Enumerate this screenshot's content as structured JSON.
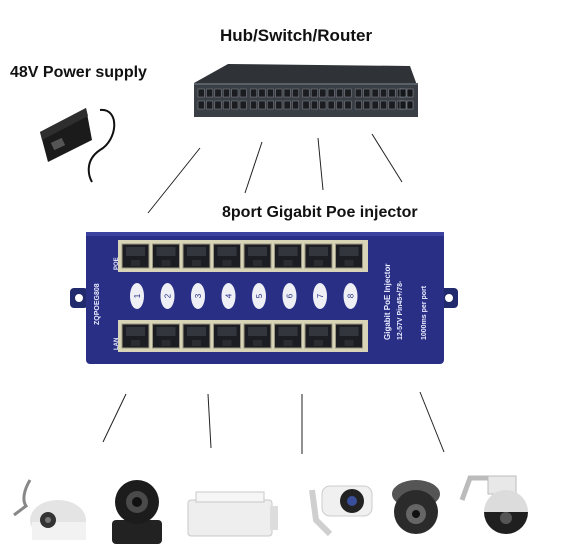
{
  "labels": {
    "hub_switch_router": "Hub/Switch/Router",
    "power_supply": "48V Power supply",
    "poe_injector": "8port Gigabit Poe injector"
  },
  "injector": {
    "model": "ZQPOEG808",
    "port_group_top": "POE",
    "port_group_bottom": "LAN",
    "right_text": [
      "Gigabit PoE Injector",
      "12-57V  Pin45+/78-",
      "1000ms per port"
    ],
    "port_numbers": [
      "1",
      "2",
      "3",
      "4",
      "5",
      "6",
      "7",
      "8"
    ]
  },
  "devices": [
    {
      "icon": "dome-camera"
    },
    {
      "icon": "ip-pan-tilt-camera"
    },
    {
      "icon": "box-camera"
    },
    {
      "icon": "bullet-camera"
    },
    {
      "icon": "vandal-dome-camera"
    },
    {
      "icon": "ptz-speed-dome-camera"
    }
  ],
  "colors": {
    "injector_body": "#2a2f86",
    "port_frame": "#d8d4b8",
    "switch_body": "#3a3e45"
  }
}
